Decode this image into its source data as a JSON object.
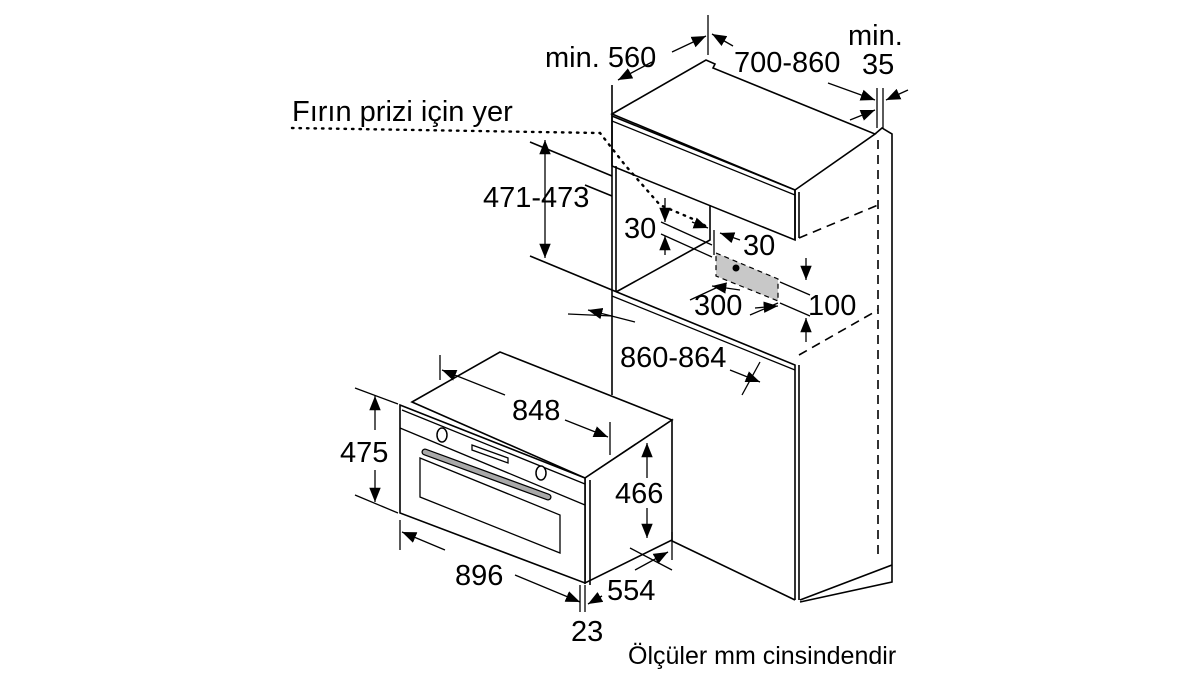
{
  "colors": {
    "line": "#000000",
    "socket_area": "#c8c8c8",
    "handle": "#a9a9a9"
  },
  "labels": {
    "socket_place": "Fırın prizi için yer",
    "cabinet_depth": "min. 560",
    "cabinet_width": "700-860",
    "gap_min": "min.",
    "gap_value": "35",
    "niche_height": "471-473",
    "socket_top": "30",
    "socket_side": "30",
    "socket_width": "300",
    "socket_height": "100",
    "niche_width": "860-864",
    "oven_body_width": "848",
    "oven_front_height": "475",
    "oven_body_height": "466",
    "oven_front_width": "896",
    "oven_depth": "554",
    "front_thickness": "23",
    "units_note": "Ölçüler mm cinsindendir"
  }
}
